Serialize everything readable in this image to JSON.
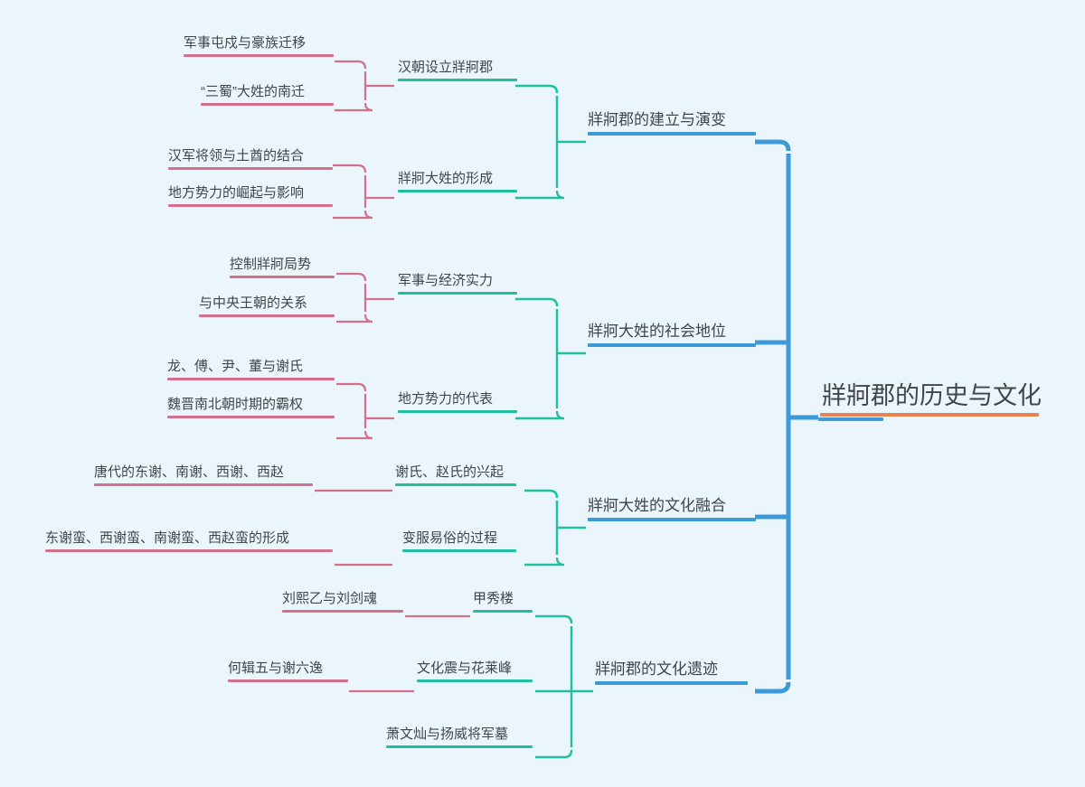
{
  "theme": {
    "background": "#eaf6fc",
    "text_color": "#3f4549",
    "root_accent": "#e8834f",
    "root_lead_accent": "#3d9ad8",
    "level1_accent": "#3d9ad8",
    "level2_accent": "#20bfa0",
    "level3_accent": "#d4708c"
  },
  "mindmap": {
    "root": {
      "label": "牂牁郡的历史与文化"
    },
    "branches": [
      {
        "label": "牂牁郡的建立与演变",
        "children": [
          {
            "label": "汉朝设立牂牁郡",
            "children": [
              {
                "label": "军事屯戍与豪族迁移"
              },
              {
                "label": "“三蜀”大姓的南迁"
              }
            ]
          },
          {
            "label": "牂牁大姓的形成",
            "children": [
              {
                "label": "汉军将领与土酋的结合"
              },
              {
                "label": "地方势力的崛起与影响"
              }
            ]
          }
        ]
      },
      {
        "label": "牂牁大姓的社会地位",
        "children": [
          {
            "label": "军事与经济实力",
            "children": [
              {
                "label": "控制牂牁局势"
              },
              {
                "label": "与中央王朝的关系"
              }
            ]
          },
          {
            "label": "地方势力的代表",
            "children": [
              {
                "label": "龙、傅、尹、董与谢氏"
              },
              {
                "label": "魏晋南北朝时期的霸权"
              }
            ]
          }
        ]
      },
      {
        "label": "牂牁大姓的文化融合",
        "children": [
          {
            "label": "谢氏、赵氏的兴起",
            "children": [
              {
                "label": "唐代的东谢、南谢、西谢、西赵"
              }
            ]
          },
          {
            "label": "变服易俗的过程",
            "children": [
              {
                "label": "东谢蛮、西谢蛮、南谢蛮、西赵蛮的形成"
              }
            ]
          }
        ]
      },
      {
        "label": "牂牁郡的文化遗迹",
        "children": [
          {
            "label": "甲秀楼",
            "children": [
              {
                "label": "刘熙乙与刘剑魂"
              }
            ]
          },
          {
            "label": "文化震与花莱峰",
            "children": [
              {
                "label": "何辑五与谢六逸"
              }
            ]
          },
          {
            "label": "萧文灿与扬威将军墓",
            "children": []
          }
        ]
      }
    ]
  }
}
